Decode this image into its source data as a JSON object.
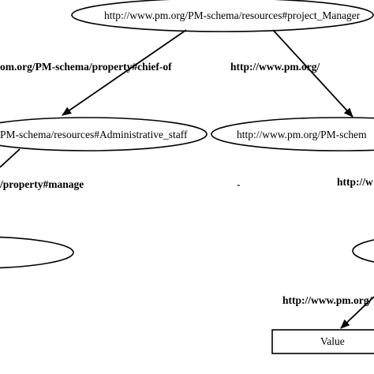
{
  "nodes": {
    "project_manager": "http://www.pm.org/PM-schema/resources#project_Manager",
    "administrative_staff": "PM-schema/resources#Administrative_staff",
    "right_resource": "http://www.pm.org/PM-schem",
    "value_box": "Value"
  },
  "edges": {
    "chief_of": "om.org/PM-schema/property#chief-of",
    "right_property": "http://www.pm.org/",
    "manage": "/property#manage",
    "dash": "-",
    "right_cut": "http://w",
    "value_property": "http://www.pm.org/"
  }
}
